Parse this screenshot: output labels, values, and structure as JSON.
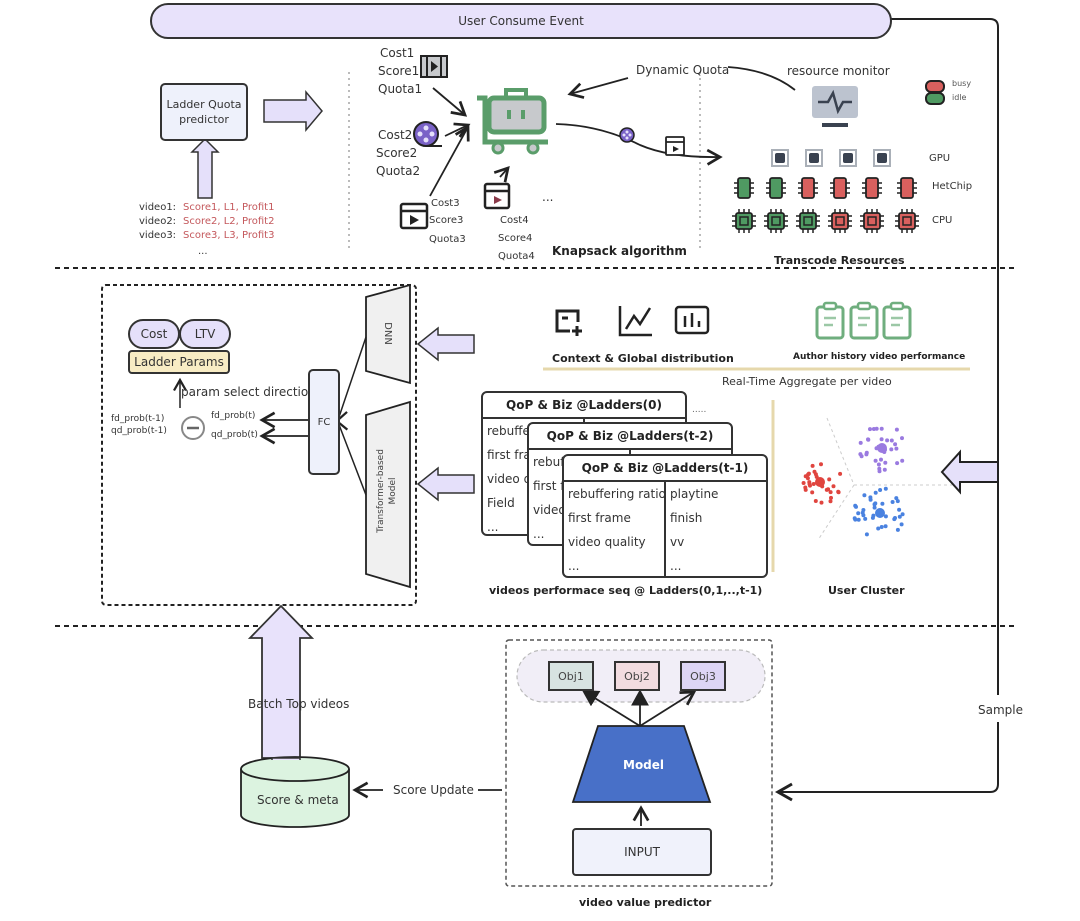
{
  "top": {
    "event_bar": "User Consume Event",
    "ladder_predictor": {
      "line1": "Ladder Quota",
      "line2": "predictor"
    },
    "videos": [
      {
        "name": "video1:",
        "attrs": "Score1, L1, Profit1"
      },
      {
        "name": "video2:",
        "attrs": "Score2, L2, Profit2"
      },
      {
        "name": "video3:",
        "attrs": "Score3, L3, Profit3"
      }
    ],
    "videos_more": "...",
    "items": [
      {
        "cost": "Cost1",
        "score": "Score1",
        "quota": "Quota1",
        "icon": "film-strip-icon"
      },
      {
        "cost": "Cost2",
        "score": "Score2",
        "quota": "Quota2",
        "icon": "film-reel-icon"
      },
      {
        "cost": "Cost3",
        "score": "Score3",
        "quota": "Quota3",
        "icon": "clapperboard-icon"
      },
      {
        "cost": "Cost4",
        "score": "Score4",
        "quota": "Quota4",
        "icon": "clapperboard-icon"
      }
    ],
    "items_more": "...",
    "dynamic_quota": "Dynamic Quota",
    "knapsack_label": "Knapsack algorithm",
    "resource_monitor": "resource monitor",
    "legend": [
      {
        "label": "busy",
        "color": "#d9605e"
      },
      {
        "label": "idle",
        "color": "#4f9a62"
      }
    ],
    "resources": {
      "title": "Transcode Resources",
      "rows": [
        {
          "label": "GPU",
          "states": [
            "gpu",
            "gpu",
            "gpu",
            "gpu"
          ]
        },
        {
          "label": "HetChip",
          "states": [
            "idle",
            "idle",
            "busy",
            "busy",
            "busy",
            "busy"
          ]
        },
        {
          "label": "CPU",
          "states": [
            "idle",
            "idle",
            "idle",
            "busy",
            "busy",
            "busy"
          ]
        }
      ]
    }
  },
  "middle": {
    "cost": "Cost",
    "ltv": "LTV",
    "ladder_params": "Ladder Params",
    "param_select_direction": "param select direction",
    "prev_probs": [
      "fd_prob(t-1)",
      "qd_prob(t-1)"
    ],
    "curr_probs": [
      "fd_prob(t)",
      "qd_prob(t)"
    ],
    "fc": "FC",
    "dnn": "DNN",
    "transformer": [
      "Transformer-based",
      "Model"
    ],
    "context_label": "Context & Global distribution",
    "author_label": "Author history video performance",
    "realtime_label": "Real-Time Aggregate per video",
    "tables": [
      {
        "title": "QoP & Biz @Ladders(0)",
        "left": [
          "rebuffering ratio",
          "first frame",
          "video quality",
          "Field",
          "..."
        ],
        "right": []
      },
      {
        "title": "QoP & Biz @Ladders(t-2)",
        "left": [
          "rebuffering ratio",
          "first frame",
          "video quality",
          "..."
        ],
        "right": []
      },
      {
        "title": "QoP & Biz @Ladders(t-1)",
        "left": [
          "rebuffering ratio",
          "first frame",
          "video quality",
          "..."
        ],
        "right": [
          "playtine",
          "finish",
          "vv",
          "..."
        ]
      }
    ],
    "tables_more": ".....",
    "seq_label": "videos performace seq @ Ladders(0,1,..,t-1)",
    "user_cluster": "User Cluster"
  },
  "bottom": {
    "batch_top": "Batch Top videos",
    "score_meta": "Score & meta",
    "score_update": "Score Update",
    "objs": [
      {
        "label": "Obj1",
        "color": "#d7e3e1"
      },
      {
        "label": "Obj2",
        "color": "#f2dce0"
      },
      {
        "label": "Obj3",
        "color": "#ddd5f5"
      }
    ],
    "model": "Model",
    "input": "INPUT",
    "predictor_label": "video value predictor",
    "sample": "Sample"
  }
}
